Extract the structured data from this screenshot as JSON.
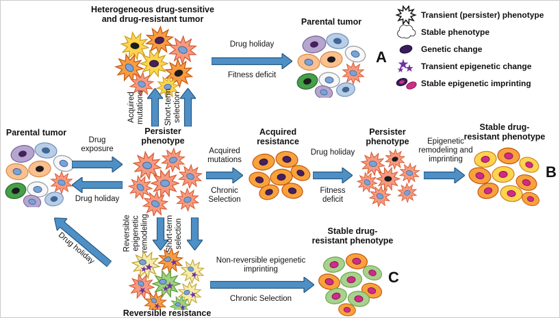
{
  "panel": {
    "a": "A",
    "b": "B",
    "c": "C"
  },
  "legend": {
    "items": [
      {
        "icon": "transient-persister-icon",
        "label": "Transient (persister) phenotype"
      },
      {
        "icon": "stable-phenotype-icon",
        "label": "Stable phenotype"
      },
      {
        "icon": "genetic-change-icon",
        "label": "Genetic change"
      },
      {
        "icon": "transient-epigenetic-icon",
        "label": "Transient epigenetic change"
      },
      {
        "icon": "stable-epigenetic-icon",
        "label": "Stable epigenetic imprinting"
      }
    ]
  },
  "nodes": {
    "heterogeneous": "Heterogeneous drug-sensitive and drug-resistant tumor",
    "parental_a": "Parental tumor",
    "parental_b": "Parental tumor",
    "persister_1": "Persister phenotype",
    "acquired": "Acquired resistance",
    "persister_2": "Persister phenotype",
    "stable_b": "Stable drug-resistant phenotype",
    "reversible": "Reversible resistance",
    "stable_c": "Stable drug-resistant phenotype"
  },
  "arrows": {
    "a1_top": "Drug holiday",
    "a1_bottom": "Fitness deficit",
    "up_label_1": "Acquired mutations",
    "up_label_2": "Short-term selection",
    "exposure": "Drug exposure",
    "holiday_return": "Drug holiday",
    "b1_top": "Acquired mutations",
    "b1_bottom": "Chronic Selection",
    "b2_top": "Drug holiday",
    "b2_bottom": "Fitness deficit",
    "b3_top": "Epigenetic remodeling and imprinting",
    "down_label_1": "Reversible epigenetic remodeling",
    "down_label_2": "Short-term selection",
    "diagonal": "Drug holiday",
    "c1_top": "Non-reversible epigenetic imprinting",
    "c1_bottom": "Chronic Selection"
  },
  "colors": {
    "arrow_fill": "#4E90C6",
    "arrow_stroke": "#24567E",
    "persister_cell": "#F6997F",
    "genetic_nucleus": "#46215F",
    "epigenetic_magenta": "#CE2D87",
    "transient_epigenetic_purple": "#7030A0"
  }
}
